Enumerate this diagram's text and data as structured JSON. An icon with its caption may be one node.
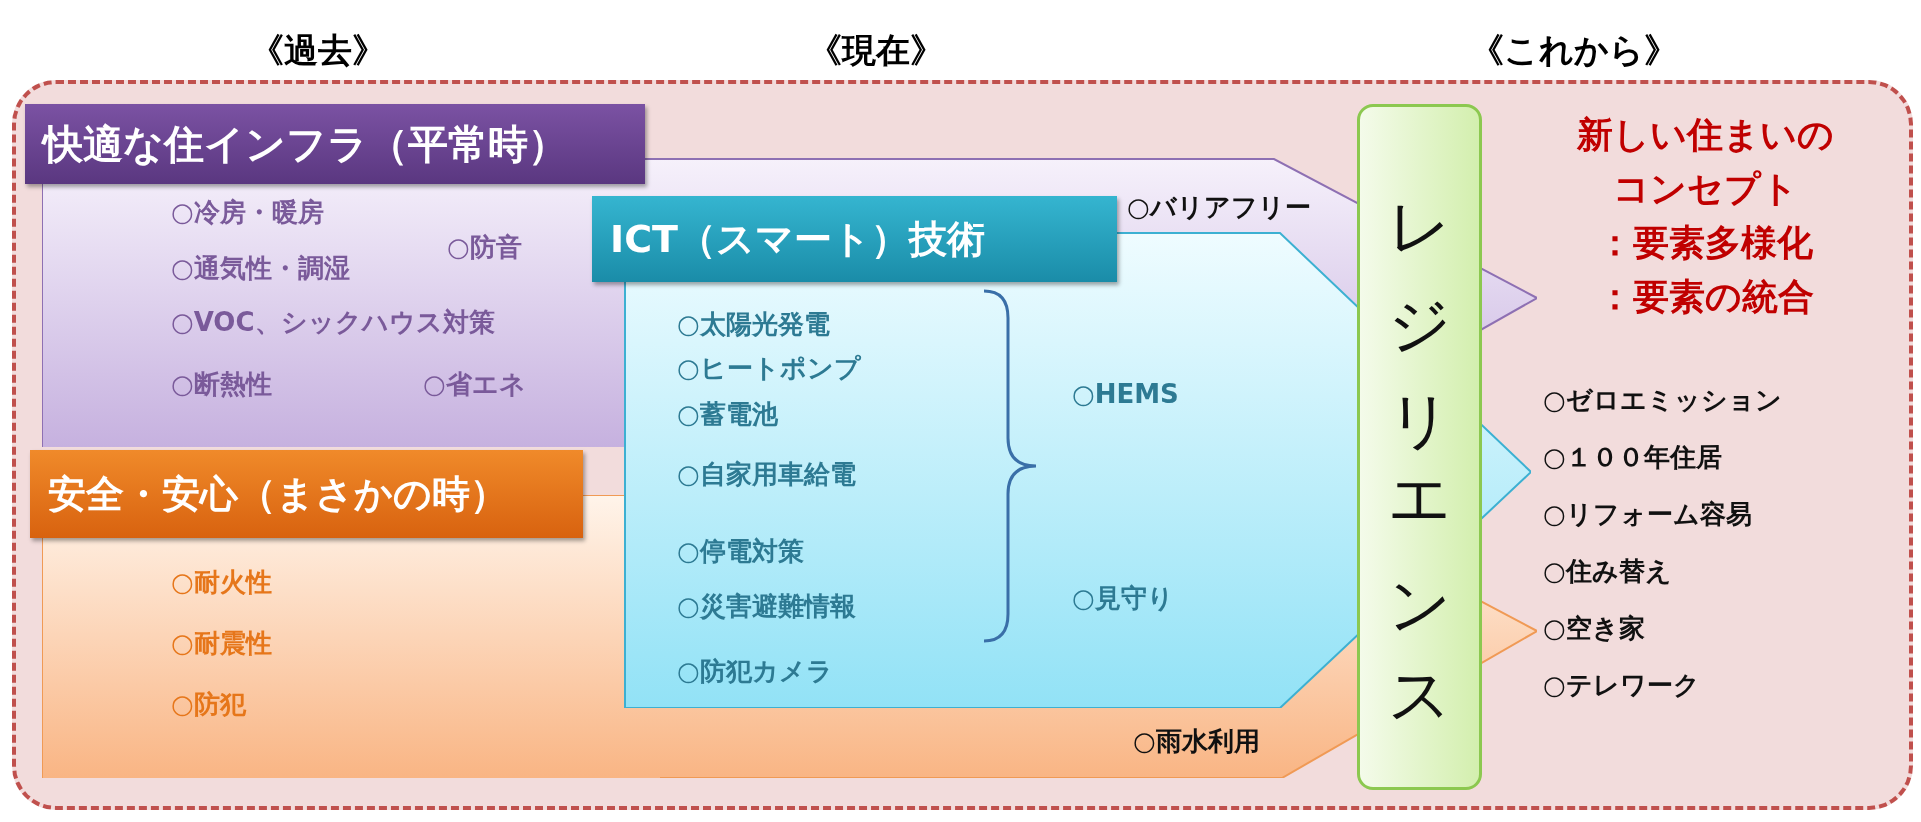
{
  "diagram": {
    "nodes": [
      {
        "text": [
          "快適な住インフラ（平常時）",
          "○冷房・暖房",
          "○通気性・調湿",
          "○防音",
          "○VOC、シックハウス対策",
          "○断熱性",
          "○省エネ"
        ]
      },
      {
        "text": [
          "安全・安心（まさかの時）",
          "○耐火性",
          "○耐震性",
          "○防犯"
        ]
      },
      {
        "text": [
          "ICT（スマート）技術",
          "○太陽光発電",
          "○ヒートポンプ",
          "○蓄電池",
          "○自家用車給電",
          "○停電対策",
          "○災害避難情報",
          "○防犯カメラ",
          "○HEMS",
          "○見守り"
        ]
      },
      {
        "text": [
          "レジリエンス"
        ]
      },
      {
        "text": [
          "新しい住まいのコンセプト",
          "：要素多様化",
          "：要素の統合"
        ]
      },
      {
        "text": [
          "○ゼロエミッション",
          "○１００年住居",
          "○リフォーム容易",
          "○住み替え",
          "○空き家",
          "○テレワーク"
        ]
      }
    ],
    "labels": [
      "《過去》",
      "《現在》",
      "《これから》",
      "○バリアフリー",
      "○雨水利用"
    ]
  }
}
